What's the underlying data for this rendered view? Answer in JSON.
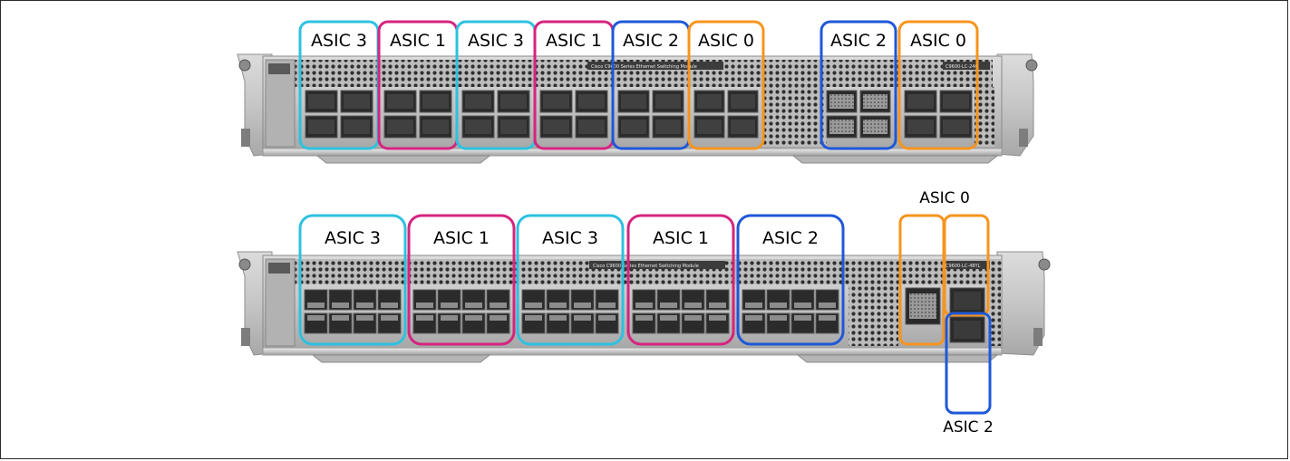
{
  "colors": {
    "asic0": "#F7941D",
    "asic1": "#D6247F",
    "asic2": "#1F58D8",
    "asic3": "#2EC1E0"
  },
  "top_module": {
    "banner": "Cisco C9600 Series Ethernet Switching Module",
    "model": "C9600-LC-24C",
    "labels": [
      {
        "text": "ASIC 3",
        "asic": "asic3"
      },
      {
        "text": "ASIC 1",
        "asic": "asic1"
      },
      {
        "text": "ASIC 3",
        "asic": "asic3"
      },
      {
        "text": "ASIC 1",
        "asic": "asic1"
      },
      {
        "text": "ASIC 2",
        "asic": "asic2"
      },
      {
        "text": "ASIC 0",
        "asic": "asic0"
      },
      {
        "text": "ASIC 2",
        "asic": "asic2"
      },
      {
        "text": "ASIC 0",
        "asic": "asic0"
      }
    ]
  },
  "bottom_module": {
    "banner": "Cisco C9600 Series Ethernet Switching Module",
    "model": "C9600-LC-48YL",
    "labels": [
      {
        "text": "ASIC 3",
        "asic": "asic3"
      },
      {
        "text": "ASIC 1",
        "asic": "asic1"
      },
      {
        "text": "ASIC 3",
        "asic": "asic3"
      },
      {
        "text": "ASIC 1",
        "asic": "asic1"
      },
      {
        "text": "ASIC 2",
        "asic": "asic2"
      }
    ],
    "uplink_top_label": "ASIC 0",
    "uplink_bottom_label": "ASIC 2"
  }
}
